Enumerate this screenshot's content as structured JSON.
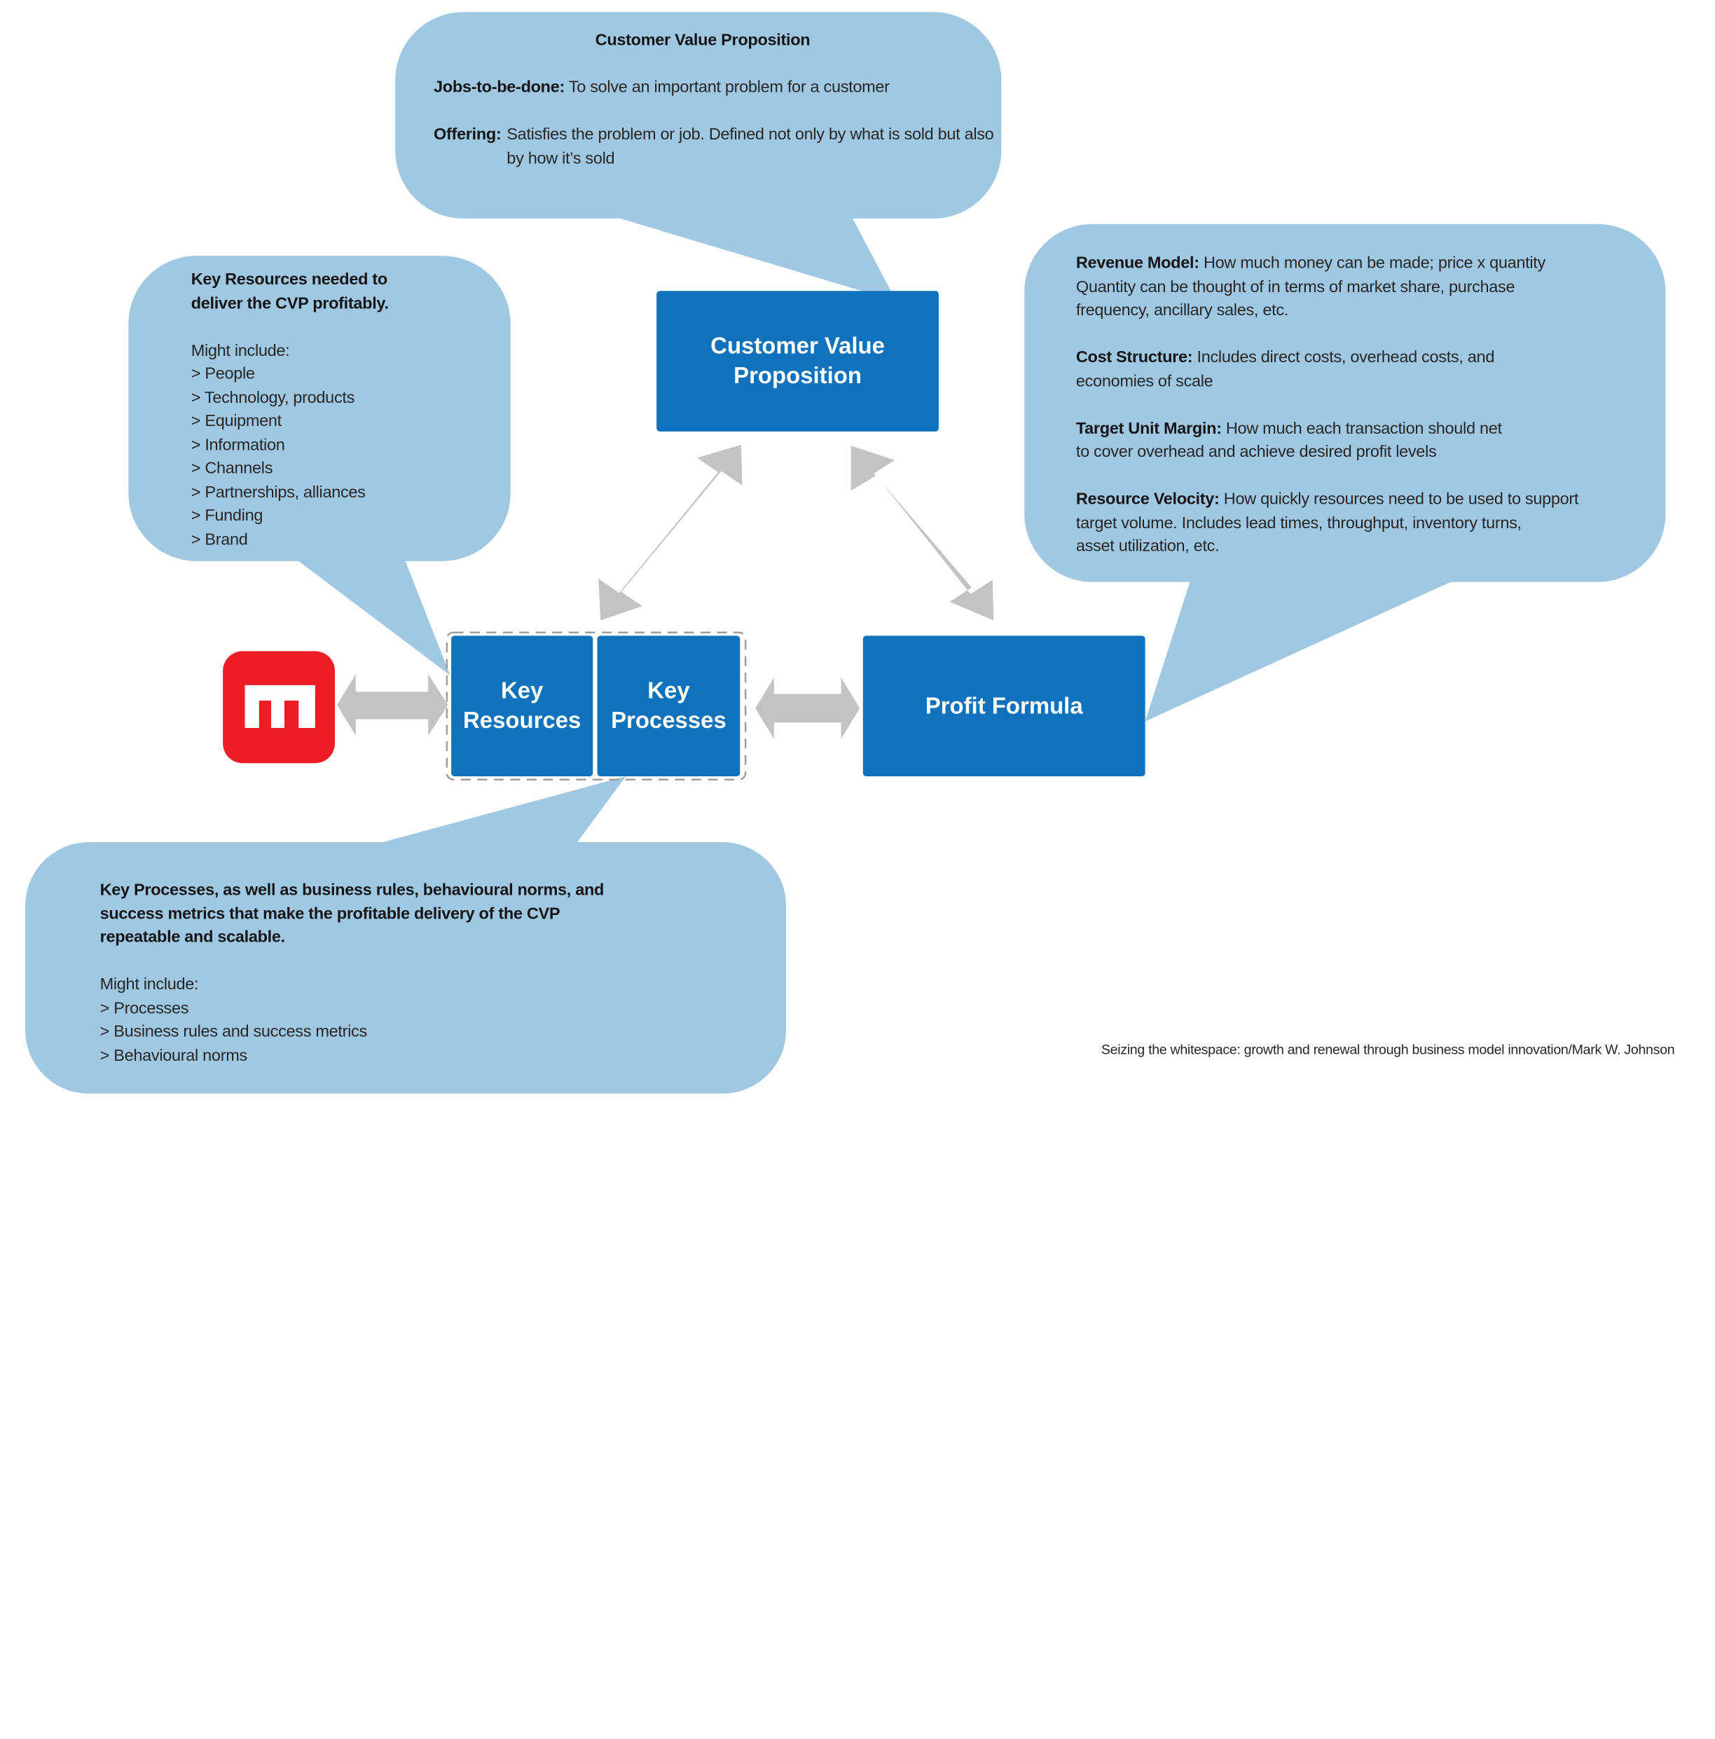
{
  "colors": {
    "callout_fill": "#a0c8e3",
    "box_fill": "#1072bc",
    "arrow_fill": "#c3c3c3",
    "logo_fill": "#ee1c25"
  },
  "cvp_callout": {
    "title": "Customer Value Proposition",
    "jobs_label": "Jobs-to-be-done:",
    "jobs_text": "To solve an important problem for a customer",
    "offering_label": "Offering:",
    "offering_text_1": "Satisfies the problem or job. Defined not only by what is sold but also",
    "offering_text_2": "by how it’s sold"
  },
  "resources_callout": {
    "heading_1": "Key Resources needed to",
    "heading_2": "deliver the CVP profitably.",
    "intro": "Might include:",
    "items": [
      "> People",
      "> Technology, products",
      "> Equipment",
      "> Information",
      "> Channels",
      "> Partnerships, alliances",
      "> Funding",
      "> Brand"
    ]
  },
  "profit_callout": {
    "revenue_label": "Revenue Model:",
    "revenue_text_1": "How much money can be made; price x quantity",
    "revenue_text_2": "Quantity can be thought of in terms of market share, purchase",
    "revenue_text_3": "frequency, ancillary sales, etc.",
    "cost_label": "Cost Structure:",
    "cost_text_1": "Includes direct costs, overhead costs, and",
    "cost_text_2": "economies of scale",
    "margin_label": "Target Unit Margin:",
    "margin_text_1": "How much each transaction should net",
    "margin_text_2": "to cover overhead and achieve desired profit levels",
    "velocity_label": "Resource Velocity:",
    "velocity_text_1": "How quickly resources need to be used to support",
    "velocity_text_2": "target volume. Includes lead times, throughput, inventory turns,",
    "velocity_text_3": "asset utilization, etc."
  },
  "processes_callout": {
    "heading_1": "Key Processes, as well as business rules, behavioural norms, and",
    "heading_2": "success metrics that make the profitable delivery of the CVP",
    "heading_3": "repeatable and scalable.",
    "intro": "Might include:",
    "items": [
      "> Processes",
      "> Business rules and success metrics",
      "> Behavioural norms"
    ]
  },
  "boxes": {
    "cvp_line_1": "Customer Value",
    "cvp_line_2": "Proposition",
    "resources_line_1": "Key",
    "resources_line_2": "Resources",
    "processes_line_1": "Key",
    "processes_line_2": "Processes",
    "profit": "Profit Formula"
  },
  "logo": {
    "icon": "m-logo-icon"
  },
  "citation": "Seizing the whitespace: growth and renewal through business model innovation/Mark W. Johnson"
}
